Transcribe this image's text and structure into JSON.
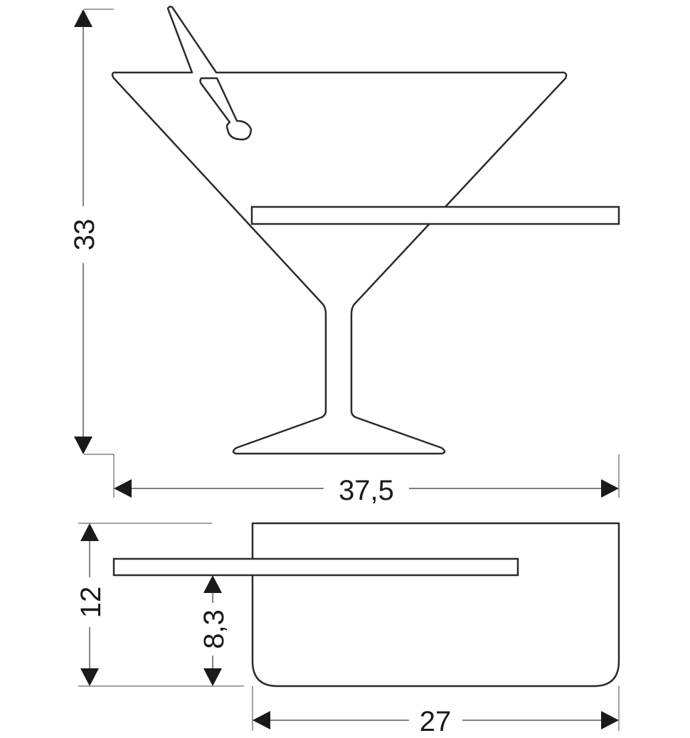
{
  "dimensions": {
    "height": "33",
    "width": "37,5",
    "depth": "12",
    "shelf_height": "8,3",
    "bracket_width": "27"
  },
  "colors": {
    "line": "#2b2b2b",
    "arrow": "#1a1a1a",
    "background": "#ffffff"
  }
}
